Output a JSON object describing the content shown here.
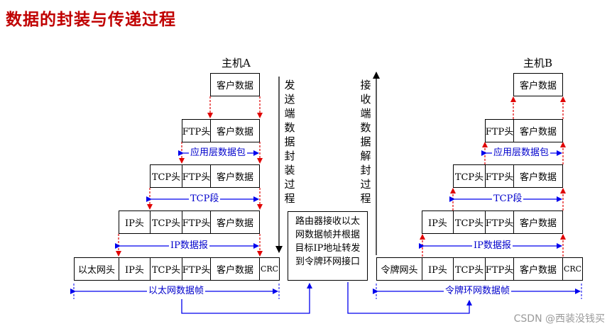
{
  "title": "数据的封装与传递过程",
  "host_a": "主机A",
  "host_b": "主机B",
  "send_label": [
    "发",
    "送",
    "端",
    "数",
    "据",
    "封",
    "装",
    "过",
    "程"
  ],
  "recv_label": [
    "接",
    "收",
    "端",
    "数",
    "据",
    "解",
    "封",
    "过",
    "程"
  ],
  "router_text": [
    "路由器接收以太",
    "网数据帧并根据",
    "目标IP地址转发",
    "到令牌环网接口"
  ],
  "cells": {
    "data": "客户数据",
    "ftp": "FTP头",
    "tcp": "TCP头",
    "ip": "IP头",
    "eth": "以太网头",
    "token": "令牌网头",
    "crc": "CRC"
  },
  "spans": {
    "app": "应用层数据包",
    "tcp": "TCP段",
    "ip": "IP数据报",
    "eth": "以太网数据帧",
    "token": "令牌环网数据帧"
  },
  "watermark": "CSDN @西装没钱买",
  "colors": {
    "title": "#c00000",
    "arrow_red": "#e00000",
    "line_blue": "#0000ee"
  }
}
